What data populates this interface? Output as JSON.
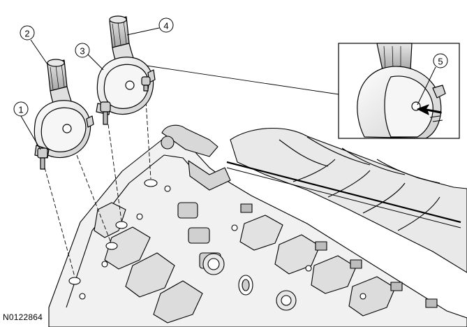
{
  "figure": {
    "id": "N0122864"
  },
  "callouts": [
    {
      "number": "1",
      "part": "bolt"
    },
    {
      "number": "2",
      "part": "ignition coil"
    },
    {
      "number": "3",
      "part": "ignition coil"
    },
    {
      "number": "4",
      "part": "ignition coil connector"
    },
    {
      "number": "5",
      "part": "coil seal detail"
    }
  ],
  "colors": {
    "line": "#000000",
    "fill_light": "#f2f2f2",
    "fill_mid": "#d9d9d9",
    "fill_dark": "#bdbdbd"
  }
}
